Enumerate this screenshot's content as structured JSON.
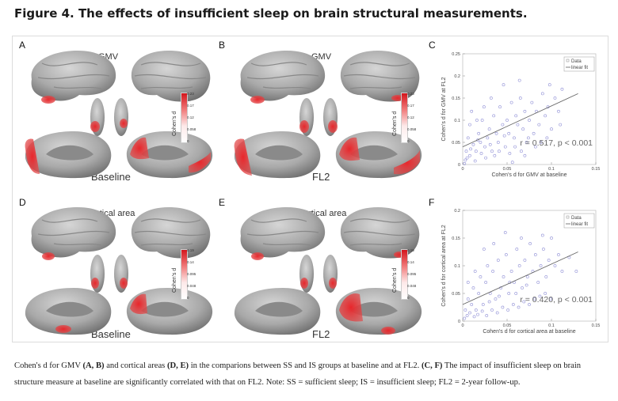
{
  "figure_title": "Figure 4. The effects of insufficient sleep on brain structural measurements.",
  "panels": {
    "A": {
      "letter": "A",
      "title": "GMV",
      "condition": "Baseline",
      "colorbar_label": "Cohen's d",
      "colorbar_ticks": [
        "0.23",
        "0.17",
        "0.12",
        "0.058",
        "0"
      ]
    },
    "B": {
      "letter": "B",
      "title": "GMV",
      "condition": "FL2",
      "colorbar_label": "Cohen's d",
      "colorbar_ticks": [
        "0.23",
        "0.17",
        "0.12",
        "0.058",
        "0"
      ]
    },
    "D": {
      "letter": "D",
      "title": "Cortical area",
      "condition": "Baseline",
      "colorbar_label": "Cohen's d",
      "colorbar_ticks": [
        "0.19",
        "0.14",
        "0.095",
        "0.048",
        "0"
      ]
    },
    "E": {
      "letter": "E",
      "title": "Cortical area",
      "condition": "FL2",
      "colorbar_label": "Cohen's d",
      "colorbar_ticks": [
        "0.19",
        "0.14",
        "0.095",
        "0.048",
        "0"
      ]
    }
  },
  "scatter_letters": {
    "C": "C",
    "F": "F"
  },
  "chart_data": [
    {
      "type": "scatter",
      "panel": "C",
      "xlabel": "Cohen's d for GMV at baseline",
      "ylabel": "Cohen's d for GMV at FL2",
      "xlim": [
        0,
        0.15
      ],
      "ylim": [
        0,
        0.25
      ],
      "xticks": [
        "0",
        "0.05",
        "0.1",
        "0.15"
      ],
      "yticks": [
        "0",
        "0.05",
        "0.1",
        "0.15",
        "0.2",
        "0.25"
      ],
      "legend": [
        "Data",
        "linear fit"
      ],
      "legend_position": "top-right",
      "annotation": "r = 0.517, p < 0.001",
      "fit": {
        "x": [
          0,
          0.13
        ],
        "y": [
          0.04,
          0.16
        ]
      },
      "points": [
        [
          0.004,
          0.03
        ],
        [
          0.008,
          0.02
        ],
        [
          0.012,
          0.045
        ],
        [
          0.006,
          0.06
        ],
        [
          0.015,
          0.03
        ],
        [
          0.018,
          0.07
        ],
        [
          0.003,
          0.01
        ],
        [
          0.02,
          0.05
        ],
        [
          0.022,
          0.1
        ],
        [
          0.025,
          0.04
        ],
        [
          0.01,
          0.12
        ],
        [
          0.028,
          0.06
        ],
        [
          0.03,
          0.08
        ],
        [
          0.033,
          0.03
        ],
        [
          0.035,
          0.11
        ],
        [
          0.038,
          0.07
        ],
        [
          0.04,
          0.05
        ],
        [
          0.042,
          0.13
        ],
        [
          0.045,
          0.09
        ],
        [
          0.048,
          0.04
        ],
        [
          0.05,
          0.1
        ],
        [
          0.052,
          0.07
        ],
        [
          0.055,
          0.14
        ],
        [
          0.058,
          0.06
        ],
        [
          0.06,
          0.11
        ],
        [
          0.062,
          0.09
        ],
        [
          0.065,
          0.15
        ],
        [
          0.068,
          0.08
        ],
        [
          0.07,
          0.12
        ],
        [
          0.072,
          0.05
        ],
        [
          0.075,
          0.1
        ],
        [
          0.078,
          0.14
        ],
        [
          0.08,
          0.07
        ],
        [
          0.083,
          0.12
        ],
        [
          0.086,
          0.09
        ],
        [
          0.09,
          0.16
        ],
        [
          0.093,
          0.11
        ],
        [
          0.096,
          0.13
        ],
        [
          0.1,
          0.08
        ],
        [
          0.104,
          0.15
        ],
        [
          0.108,
          0.12
        ],
        [
          0.112,
          0.17
        ],
        [
          0.002,
          0.002
        ],
        [
          0.005,
          0.015
        ],
        [
          0.009,
          0.035
        ],
        [
          0.014,
          0.008
        ],
        [
          0.017,
          0.055
        ],
        [
          0.021,
          0.025
        ],
        [
          0.026,
          0.015
        ],
        [
          0.031,
          0.045
        ],
        [
          0.036,
          0.02
        ],
        [
          0.041,
          0.03
        ],
        [
          0.047,
          0.065
        ],
        [
          0.053,
          0.025
        ],
        [
          0.059,
          0.04
        ],
        [
          0.066,
          0.03
        ],
        [
          0.074,
          0.06
        ],
        [
          0.082,
          0.04
        ],
        [
          0.088,
          0.05
        ],
        [
          0.046,
          0.18
        ],
        [
          0.064,
          0.19
        ],
        [
          0.098,
          0.18
        ],
        [
          0.032,
          0.15
        ],
        [
          0.008,
          0.09
        ],
        [
          0.016,
          0.1
        ],
        [
          0.024,
          0.13
        ],
        [
          0.056,
          0.005
        ],
        [
          0.07,
          0.02
        ],
        [
          0.095,
          0.06
        ],
        [
          0.11,
          0.09
        ]
      ]
    },
    {
      "type": "scatter",
      "panel": "F",
      "xlabel": "Cohen's d for cortical area at baseline",
      "ylabel": "Cohen's d for cortical area at FL2",
      "xlim": [
        0,
        0.15
      ],
      "ylim": [
        0,
        0.2
      ],
      "xticks": [
        "0",
        "0.05",
        "0.1",
        "0.15"
      ],
      "yticks": [
        "0",
        "0.05",
        "0.1",
        "0.15",
        "0.2"
      ],
      "legend": [
        "Data",
        "linear fit"
      ],
      "legend_position": "top-right",
      "annotation": "r = 0.420, p < 0.001",
      "fit": {
        "x": [
          0,
          0.13
        ],
        "y": [
          0.03,
          0.125
        ]
      },
      "points": [
        [
          0.003,
          0.02
        ],
        [
          0.006,
          0.04
        ],
        [
          0.01,
          0.03
        ],
        [
          0.012,
          0.06
        ],
        [
          0.015,
          0.02
        ],
        [
          0.018,
          0.05
        ],
        [
          0.02,
          0.08
        ],
        [
          0.023,
          0.03
        ],
        [
          0.026,
          0.07
        ],
        [
          0.028,
          0.1
        ],
        [
          0.031,
          0.05
        ],
        [
          0.034,
          0.09
        ],
        [
          0.037,
          0.04
        ],
        [
          0.04,
          0.11
        ],
        [
          0.043,
          0.06
        ],
        [
          0.046,
          0.08
        ],
        [
          0.049,
          0.12
        ],
        [
          0.052,
          0.05
        ],
        [
          0.055,
          0.09
        ],
        [
          0.058,
          0.07
        ],
        [
          0.061,
          0.13
        ],
        [
          0.064,
          0.1
        ],
        [
          0.067,
          0.06
        ],
        [
          0.07,
          0.11
        ],
        [
          0.073,
          0.08
        ],
        [
          0.076,
          0.14
        ],
        [
          0.079,
          0.09
        ],
        [
          0.082,
          0.12
        ],
        [
          0.085,
          0.07
        ],
        [
          0.088,
          0.1
        ],
        [
          0.091,
          0.13
        ],
        [
          0.094,
          0.08
        ],
        [
          0.097,
          0.11
        ],
        [
          0.1,
          0.15
        ],
        [
          0.104,
          0.1
        ],
        [
          0.108,
          0.12
        ],
        [
          0.112,
          0.09
        ],
        [
          0.002,
          0.005
        ],
        [
          0.005,
          0.01
        ],
        [
          0.008,
          0.015
        ],
        [
          0.013,
          0.008
        ],
        [
          0.017,
          0.012
        ],
        [
          0.022,
          0.018
        ],
        [
          0.027,
          0.01
        ],
        [
          0.033,
          0.02
        ],
        [
          0.039,
          0.015
        ],
        [
          0.045,
          0.025
        ],
        [
          0.051,
          0.02
        ],
        [
          0.057,
          0.03
        ],
        [
          0.063,
          0.025
        ],
        [
          0.069,
          0.035
        ],
        [
          0.075,
          0.03
        ],
        [
          0.081,
          0.04
        ],
        [
          0.087,
          0.045
        ],
        [
          0.093,
          0.05
        ],
        [
          0.099,
          0.04
        ],
        [
          0.024,
          0.13
        ],
        [
          0.035,
          0.14
        ],
        [
          0.048,
          0.16
        ],
        [
          0.066,
          0.15
        ],
        [
          0.09,
          0.155
        ],
        [
          0.014,
          0.09
        ],
        [
          0.006,
          0.07
        ],
        [
          0.12,
          0.115
        ],
        [
          0.128,
          0.09
        ],
        [
          0.03,
          0.035
        ],
        [
          0.041,
          0.045
        ],
        [
          0.053,
          0.07
        ],
        [
          0.06,
          0.05
        ],
        [
          0.072,
          0.065
        ]
      ]
    }
  ],
  "caption": {
    "p1": "Cohen's d for GMV ",
    "b1": "(A, B)",
    "p2": " and cortical areas ",
    "b2": "(D, E)",
    "p3": " in the comparions between SS and IS groups at baseline and at FL2. ",
    "b3": "(C, F)",
    "p4": " The impact of insufficient sleep on brain structure measure at baseline are significantly correlated with that on FL2. Note: SS = sufficient sleep; IS = insufficient sleep; FL2 = 2-year follow-up."
  },
  "colors": {
    "activation": "#d4161d",
    "brain_gray": "#a9a9a9",
    "scatter_point": "#8f8fd6",
    "fit_line": "#666666"
  }
}
